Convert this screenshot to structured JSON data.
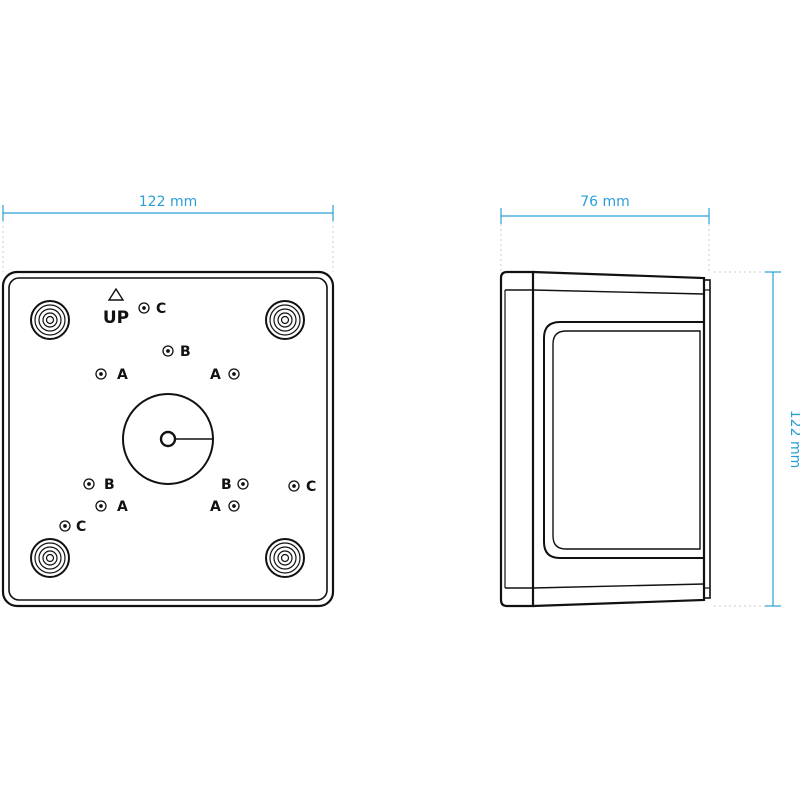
{
  "dimensions": {
    "front_width": "122 mm",
    "side_depth": "76 mm",
    "side_height": "122 mm"
  },
  "front_view": {
    "orientation_label": "UP",
    "hole_labels": {
      "c_top": "C",
      "b_top": "B",
      "a_upper_left": "A",
      "a_upper_right": "A",
      "b_lower_left": "B",
      "b_lower_right": "B",
      "c_right": "C",
      "a_lower_left": "A",
      "a_lower_right": "A",
      "c_lower_left": "C"
    }
  },
  "colors": {
    "dimension": "#2a9fd6",
    "outline": "#111111",
    "guide": "#c8c8c8"
  }
}
